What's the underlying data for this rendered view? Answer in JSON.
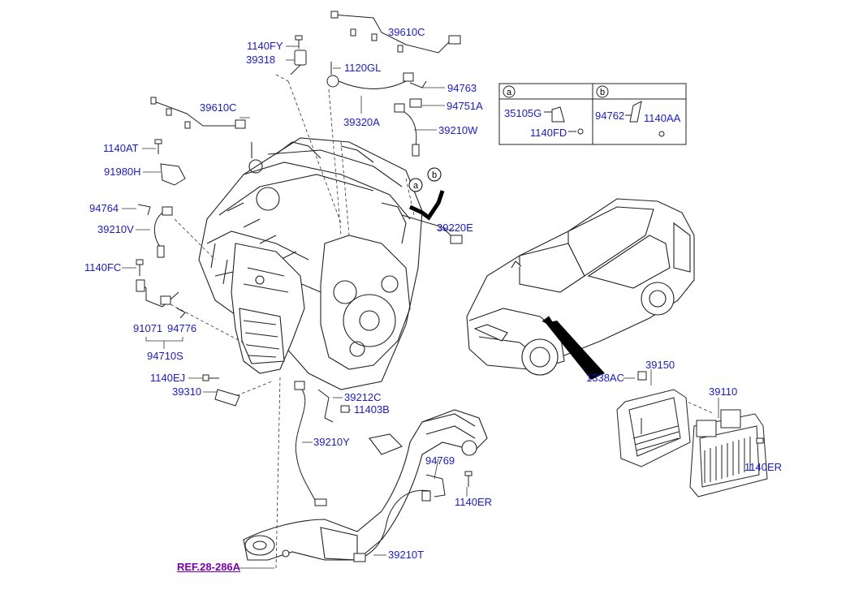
{
  "labels": {
    "l1140FY": "1140FY",
    "l39318": "39318",
    "l39610C_top": "39610C",
    "l1120GL": "1120GL",
    "l94763": "94763",
    "l94751A": "94751A",
    "l39320A": "39320A",
    "l39210W": "39210W",
    "l39610C_left": "39610C",
    "l1140AT": "1140AT",
    "l91980H": "91980H",
    "l94764": "94764",
    "l39210V": "39210V",
    "l1140FC": "1140FC",
    "l91071": "91071",
    "l94776": "94776",
    "l94710S": "94710S",
    "l1140EJ": "1140EJ",
    "l39310": "39310",
    "l39212C": "39212C",
    "l11403B": "11403B",
    "l39210Y": "39210Y",
    "l94769": "94769",
    "l1140ER_bottom": "1140ER",
    "l39210T": "39210T",
    "l39220E": "39220E",
    "l1338AC": "1338AC",
    "l39150": "39150",
    "l39110": "39110",
    "l1140ER_right": "1140ER",
    "ref": "REF.28-286A"
  },
  "inset": {
    "a_marker": "a",
    "b_marker": "b",
    "a_part1": "35105G",
    "a_part2": "1140FD",
    "b_part1": "94762",
    "b_part2": "1140AA"
  },
  "engine_markers": {
    "a": "a",
    "b": "b"
  }
}
